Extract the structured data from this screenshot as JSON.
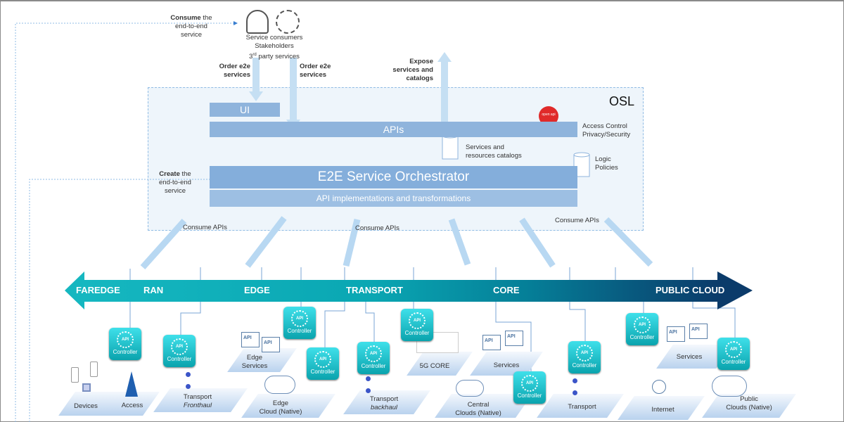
{
  "consume_note": {
    "bold": "Consume",
    "rest": " the",
    "line2": "end-to-end",
    "line3": "service"
  },
  "consumers": {
    "line1": "Service consumers",
    "line2": "Stakeholders",
    "line3_pre": "3",
    "line3_sup": "rd",
    "line3_post": " party services"
  },
  "order_left": {
    "line1": "Order e2e",
    "line2": "services"
  },
  "order_right": {
    "line1": "Order e2e",
    "line2": "services"
  },
  "expose": {
    "line1": "Expose",
    "line2": "services and",
    "line3": "catalogs"
  },
  "create_note": {
    "bold": "Create",
    "rest": " the",
    "line2": "end-to-end",
    "line3": "service"
  },
  "osl": {
    "title": "OSL",
    "ui": "UI",
    "apis": "APIs",
    "orchestrator": "E2E Service Orchestrator",
    "implementations": "API implementations and transformations",
    "access_control": {
      "line1": "Access Control",
      "line2": "Privacy/Security"
    },
    "catalogs": {
      "line1": "Services and",
      "line2": "resources catalogs"
    },
    "logic": {
      "line1": "Logic",
      "line2": "Policies"
    },
    "badge": "open api"
  },
  "consume_apis": [
    "Consume APIs",
    "Consume APIs",
    "Consume APIs"
  ],
  "band": {
    "labels": [
      "FAREDGE",
      "RAN",
      "EDGE",
      "TRANSPORT",
      "CORE",
      "PUBLIC CLOUD"
    ]
  },
  "controller_label": "Controller",
  "api_label": "API",
  "domains": {
    "devices": "Devices",
    "access": "Access",
    "transport_fh": {
      "line1": "Transport",
      "line2": "Fronthaul"
    },
    "edge_services": {
      "line1": "Edge",
      "line2": "Services"
    },
    "edge_cloud": {
      "line1": "Edge",
      "line2": "Cloud (Native)"
    },
    "transport_bh": {
      "line1": "Transport",
      "line2": "backhaul"
    },
    "core5g": "5G CORE",
    "services_core": "Services",
    "central_clouds": {
      "line1": "Central",
      "line2": "Clouds (Native)"
    },
    "transport": "Transport",
    "internet": "Internet",
    "services_cloud": "Services",
    "public_clouds": {
      "line1": "Public",
      "line2": "Clouds (Native)"
    }
  },
  "colors": {
    "band_start": "#15b7c0",
    "band_end": "#0b3b6a",
    "box": "#8fb4dc",
    "controller": "#0aa3ad",
    "osl_bg": "#eef5fb"
  }
}
